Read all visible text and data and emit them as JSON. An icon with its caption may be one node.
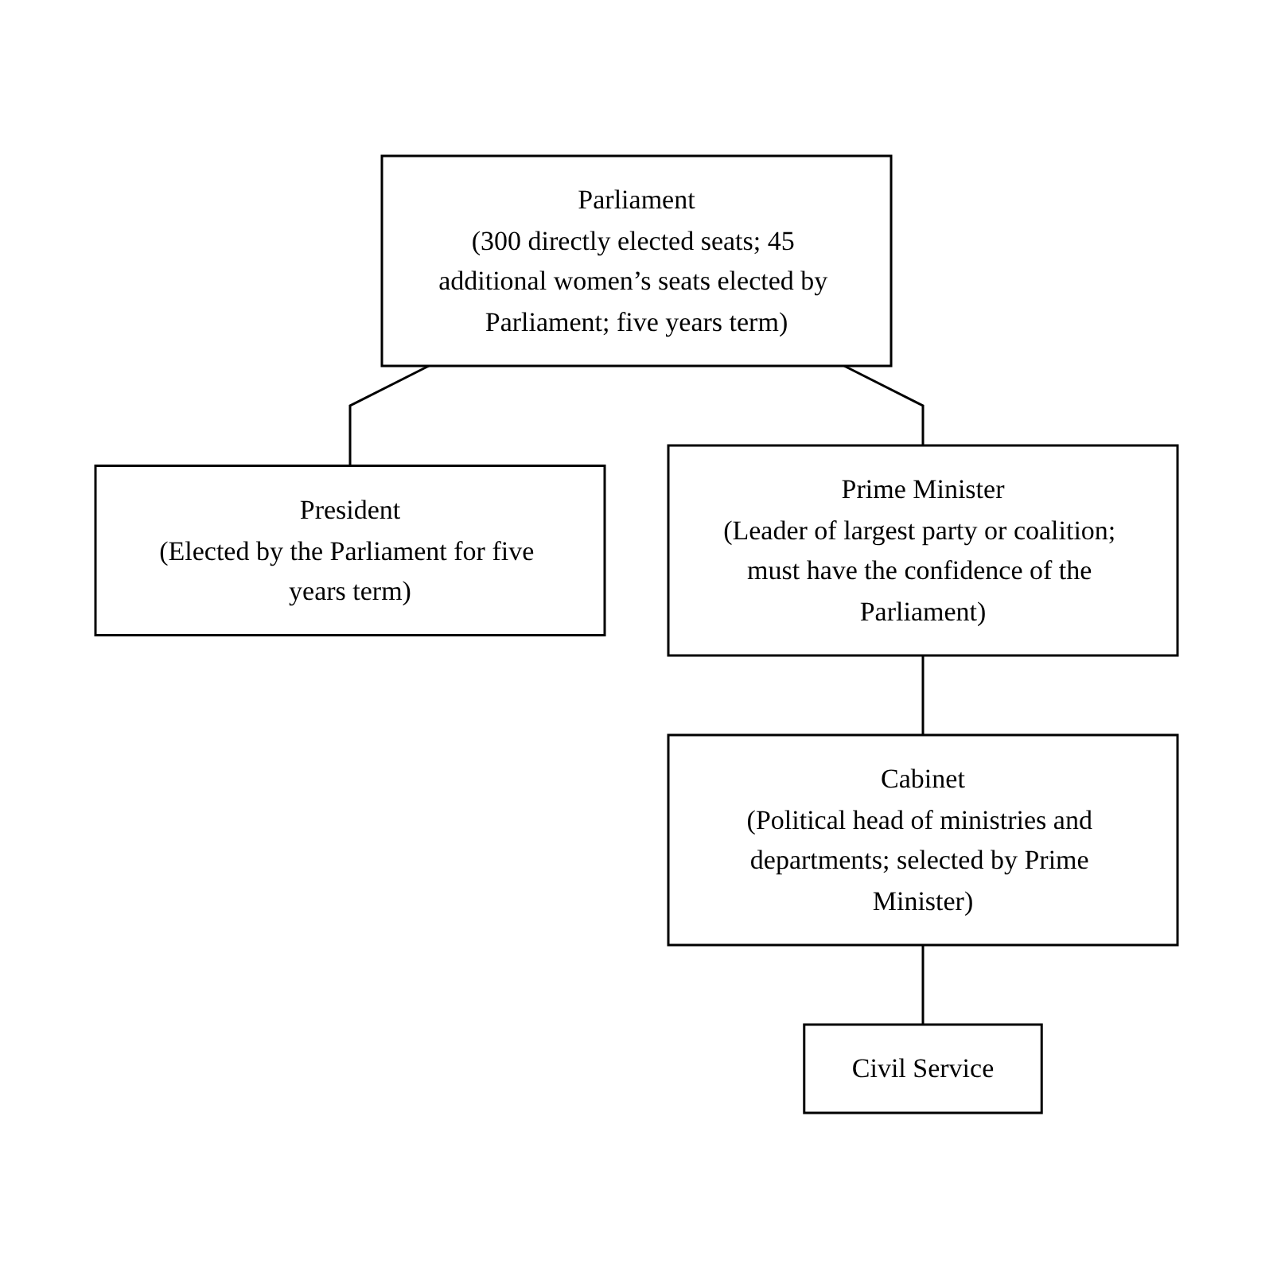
{
  "diagram": {
    "nodes": [
      {
        "text": [
          "Parliament",
          "(300 directly elected seats; 45 additional women’s seats elected by Parliament; five years term)"
        ]
      },
      {
        "text": [
          "President",
          "(Elected by the Parliament for five years term)"
        ]
      },
      {
        "text": [
          "Prime Minister",
          "(Leader of largest party or coalition; must have the confidence of the Parliament)"
        ]
      },
      {
        "text": [
          "Cabinet",
          "(Political head of ministries and departments; selected by Prime Minister)"
        ]
      },
      {
        "text": [
          "Civil Service"
        ]
      }
    ],
    "edges": [
      {
        "from": 0,
        "to": 1,
        "arrow": "none"
      },
      {
        "from": 0,
        "to": 2,
        "arrow": "none"
      },
      {
        "from": 2,
        "to": 3,
        "arrow": "none"
      },
      {
        "from": 3,
        "to": 4,
        "arrow": "none"
      }
    ]
  }
}
